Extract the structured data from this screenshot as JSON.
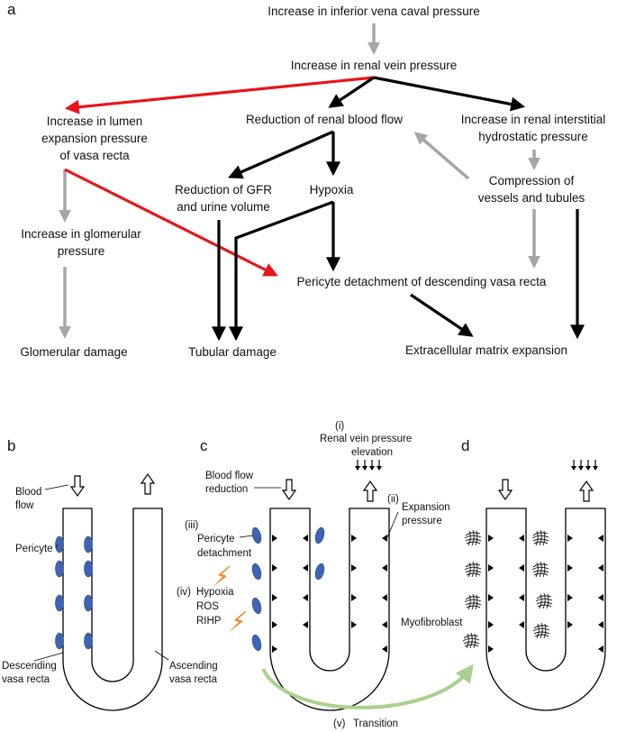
{
  "panels": {
    "a": "a",
    "b": "b",
    "c": "c",
    "d": "d"
  },
  "a": {
    "ivc": "Increase in inferior vena caval pressure",
    "renal_vein": "Increase in renal vein pressure",
    "lumen_1": "Increase in lumen",
    "lumen_2": "expansion pressure",
    "lumen_3": "of vasa recta",
    "rbf": "Reduction of renal blood flow",
    "rihp_1": "Increase in renal interstitial",
    "rihp_2": "hydrostatic pressure",
    "gfr_1": "Reduction of GFR",
    "gfr_2": "and urine volume",
    "hypoxia": "Hypoxia",
    "compression_1": "Compression of",
    "compression_2": "vessels and tubules",
    "glom_pressure_1": "Increase in glomerular",
    "glom_pressure_2": "pressure",
    "pericyte": "Pericyte detachment of descending vasa recta",
    "glom_damage": "Glomerular damage",
    "tubular_damage": "Tubular damage",
    "ecm": "Extracellular matrix expansion"
  },
  "b": {
    "blood_1": "Blood",
    "blood_2": "flow",
    "pericyte": "Pericyte",
    "desc_1": "Descending",
    "desc_2": "vasa recta",
    "asc_1": "Ascending",
    "asc_2": "vasa recta"
  },
  "c": {
    "i": "(i)",
    "rv_1": "Renal vein pressure",
    "rv_2": "elevation",
    "bfr_1": "Blood flow",
    "bfr_2": "reduction",
    "ii": "(ii)",
    "exp_1": "Expansion",
    "exp_2": "pressure",
    "iii": "(iii)",
    "pd_1": "Pericyte",
    "pd_2": "detachment",
    "iv": "(iv)",
    "hyp": "Hypoxia",
    "ros": "ROS",
    "rihp": "RIHP",
    "v": "(v)",
    "transition": "Transition"
  },
  "d": {
    "myofibroblast": "Myofibroblast"
  },
  "colors": {
    "red": "#e8141c",
    "black": "#000000",
    "gray": "#a6a6a6",
    "pericyte_blue": "#3f64b4",
    "lightning": "#f08a24",
    "transition_green": "#a9d18e"
  }
}
